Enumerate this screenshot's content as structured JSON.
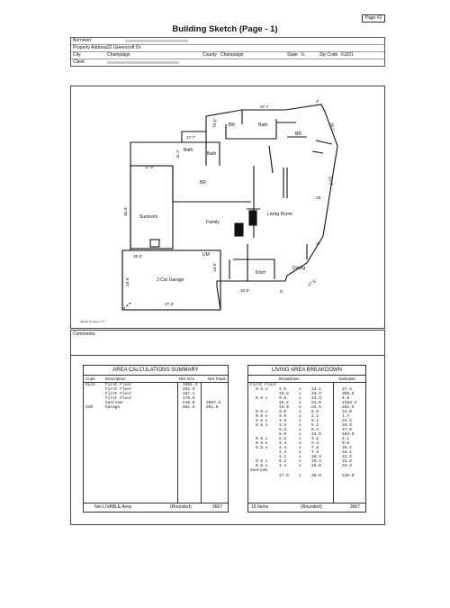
{
  "page_badge": "Page #2",
  "title": "Building Sketch (Page - 1)",
  "header": {
    "borrower_label": "Borrower",
    "property_label": "Property Address",
    "property_value": "22 Greencroft Dr",
    "city_label": "City",
    "city_value": "Champaign",
    "county_label": "County",
    "county_value": "Champaign",
    "state_label": "State",
    "state_value": "IL",
    "zip_label": "Zip Code",
    "zip_value": "61821",
    "client_label": "Client"
  },
  "sketch": {
    "rooms": {
      "br_top": "BR",
      "bath_top": "Bath",
      "br_right": "BR",
      "bath_left": "Bath",
      "bath_mid": "Bath",
      "br_mid": "BR",
      "sunroom": "Sunroom",
      "family": "Family",
      "living_room": "Living Room",
      "um": "UM",
      "kitch": "Kitch",
      "dining": "Dining",
      "garage": "3 Car Garage"
    },
    "dims": {
      "d37_7": "37.7",
      "d4": "4'",
      "d16_1": "16.1'",
      "d10_6": "10.6'",
      "d17_7": "17.7'",
      "d11_2": "11.2'",
      "d17_0": "17.0'",
      "d15_0": "15.0'",
      "d29": "29",
      "d30_0": "30.0'",
      "d20_0": "20.0'",
      "d13_0": "13.0'",
      "d23_0": "23.0'",
      "d8": "8'",
      "d17_5": "17.5'",
      "d22_5": "22.5'",
      "d6": "6'",
      "d37_0": "37.0'"
    },
    "footer_note": "Sketch by Apex IV™"
  },
  "comments_label": "Comments:",
  "area_summary": {
    "title": "AREA CALCULATIONS SUMMARY",
    "col_code": "Code",
    "col_desc": "Description",
    "col_net": "Net Size",
    "col_totals": "Net Totals",
    "rows": [
      {
        "code": "GLA1",
        "desc": "First Floor",
        "net": "2891.3",
        "total": ""
      },
      {
        "code": "",
        "desc": "First Floor",
        "net": "292.5",
        "total": ""
      },
      {
        "code": "",
        "desc": "First Floor",
        "net": "197.1",
        "total": ""
      },
      {
        "code": "",
        "desc": "First Floor",
        "net": "176.8",
        "total": ""
      },
      {
        "code": "",
        "desc": "Sunroom",
        "net": "510.0",
        "total": "3667.5"
      },
      {
        "code": "GAR",
        "desc": "Garage",
        "net": "851.0",
        "total": "851.0"
      }
    ],
    "net_livable_label": "Net LIVABLE Area",
    "rounded_label": "(Rounded)",
    "net_livable_value": "3667"
  },
  "living_breakdown": {
    "title": "LIVING AREA BREAKDOWN",
    "col_breakdown": "Breakdown",
    "col_subtotals": "Subtotals",
    "section1": "First Floor",
    "rows": [
      {
        "a": "0.5 x",
        "b": "4.5",
        "c": "12.1",
        "s": "27.4"
      },
      {
        "a": "",
        "b": "10.8",
        "c": "33.3",
        "s": "359.6"
      },
      {
        "a": "0.5 x",
        "b": "0.5",
        "c": "33.3",
        "s": "8.9"
      },
      {
        "a": "",
        "b": "45.2",
        "c": "51.0",
        "s": "2183.3"
      },
      {
        "a": "",
        "b": "13.0",
        "c": "22.5",
        "s": "292.5"
      },
      {
        "a": "0.5 x",
        "b": "3.0",
        "c": "8.0",
        "s": "12.0"
      },
      {
        "a": "0.5 x",
        "b": "3.0",
        "c": "1.1",
        "s": "1.7"
      },
      {
        "a": "0.5 x",
        "b": "4.8",
        "c": "9.1",
        "s": "21.4"
      },
      {
        "a": "0.5 x",
        "b": "3.9",
        "c": "5.2",
        "s": "10.3"
      },
      {
        "a": "",
        "b": "5.2",
        "c": "9.1",
        "s": "47.5"
      },
      {
        "a": "",
        "b": "8.0",
        "c": "13.0",
        "s": "104.0"
      },
      {
        "a": "0.5 x",
        "b": "2.5",
        "c": "3.2",
        "s": "4.1"
      },
      {
        "a": "0.5 x",
        "b": "3.4",
        "c": "5.3",
        "s": "9.0"
      },
      {
        "a": "0.5 x",
        "b": "4.4",
        "c": "7.6",
        "s": "16.4"
      },
      {
        "a": "",
        "b": "4.4",
        "c": "7.6",
        "s": "33.1"
      },
      {
        "a": "",
        "b": "4.1",
        "c": "10.3",
        "s": "42.3"
      },
      {
        "a": "0.5 x",
        "b": "6.2",
        "c": "10.3",
        "s": "31.8"
      },
      {
        "a": "0.5 x",
        "b": "4.4",
        "c": "15.0",
        "s": "33.3"
      }
    ],
    "section2": "Sunroom",
    "sunroom_row": {
      "a": "",
      "b": "17.0",
      "c": "30.0",
      "s": "510.0"
    },
    "items_label": "19 Items",
    "rounded_label": "(Rounded)",
    "total_value": "3667"
  }
}
